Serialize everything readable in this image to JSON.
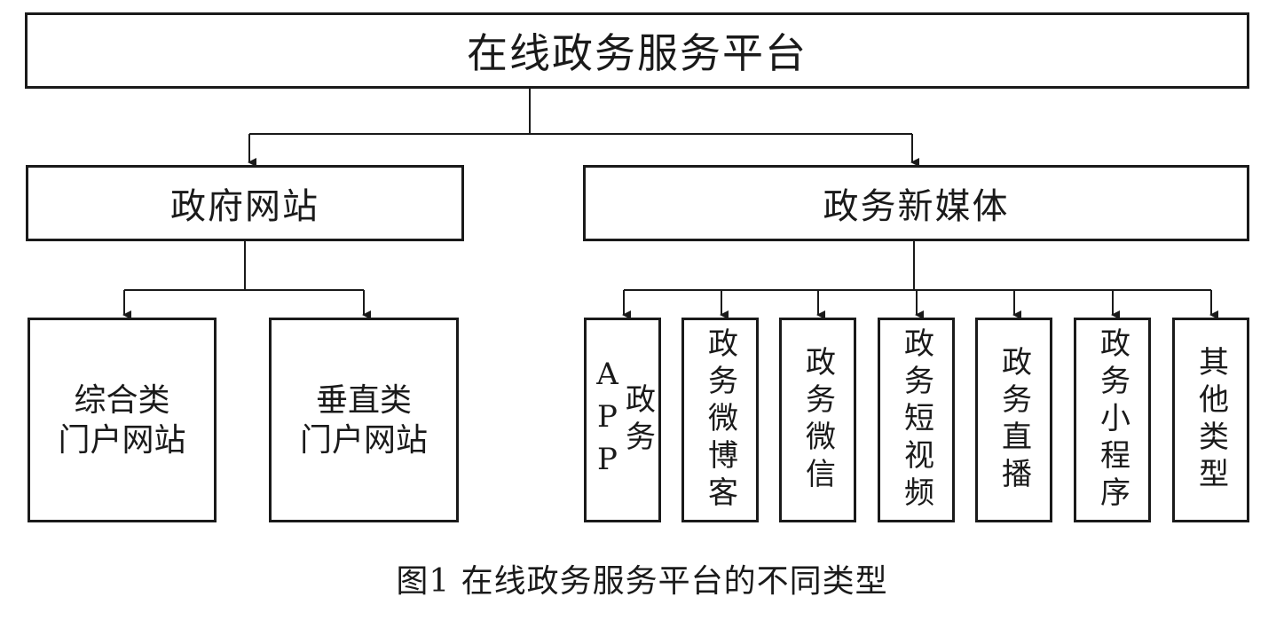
{
  "root": {
    "label": "在线政务服务平台"
  },
  "level2": [
    {
      "label": "政府网站"
    },
    {
      "label": "政务新媒体"
    }
  ],
  "gov_site_types": [
    {
      "label": "综合类\n门户网站"
    },
    {
      "label": "垂直类\n门户网站"
    }
  ],
  "new_media_types": [
    {
      "label": "政务APP"
    },
    {
      "label": "政务微博客"
    },
    {
      "label": "政务微信"
    },
    {
      "label": "政务短视频"
    },
    {
      "label": "政务直播"
    },
    {
      "label": "政务小程序"
    },
    {
      "label": "其他类型"
    }
  ],
  "caption": "图1  在线政务服务平台的不同类型",
  "colors": {
    "line": "#1a1a1a",
    "background": "#ffffff"
  }
}
